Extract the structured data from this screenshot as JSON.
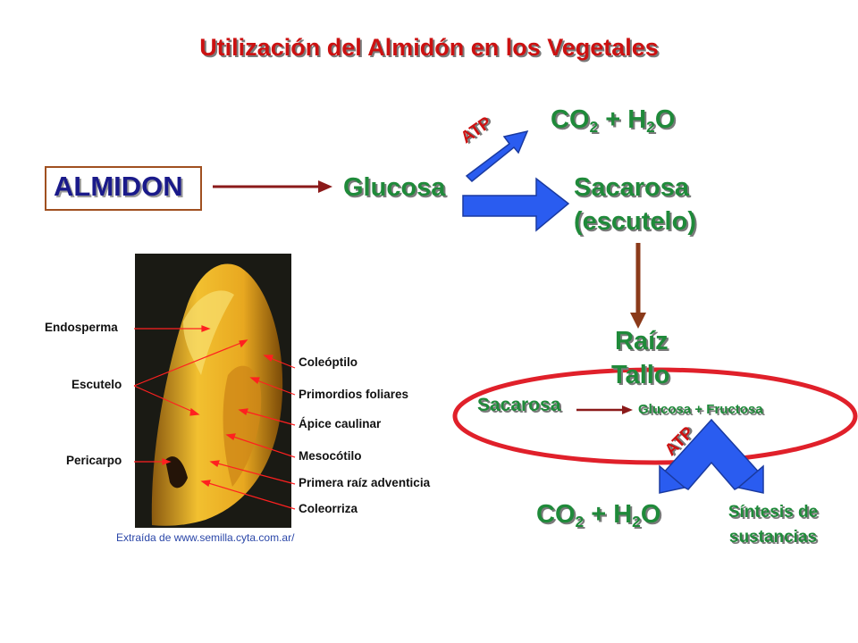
{
  "title": "Utilización del Almidón en los Vegetales",
  "almidon": "ALMIDON",
  "glucosa": "Glucosa",
  "sacarosa_line1": "Sacarosa",
  "sacarosa_line2": "(escutelo)",
  "co2_top": {
    "a": "CO",
    "b": "2",
    "c": " + H",
    "d": "2",
    "e": "O"
  },
  "atp_top": "ATP",
  "raiz": "Raíz",
  "tallo": "Tallo",
  "sacarosa_small": "Sacarosa",
  "glucosa_fructosa": "Glucosa + Fructosa",
  "atp_bottom": "ATP",
  "co2_bottom": {
    "a": "CO",
    "b": "2",
    "c": " + H",
    "d": "2",
    "e": "O"
  },
  "sintesis_line1": "Síntesis de",
  "sintesis_line2": "sustancias",
  "seed_labels": {
    "endosperma": "Endosperma",
    "escutelo": "Escutelo",
    "pericarpo": "Pericarpo",
    "coleoptilo": "Coleóptilo",
    "primordios": "Primordios foliares",
    "apice": "Ápice caulinar",
    "mesocotilo": "Mesocótilo",
    "primera_raiz": "Primera raíz adventicia",
    "coleorriza": "Coleorriza"
  },
  "credit": "Extraída de www.semilla.cyta.com.ar/",
  "colors": {
    "title": "#cc1111",
    "green": "#1f8a3a",
    "blue_arrow": "#2a5cf0",
    "dark_red_arrow": "#8b1a1a",
    "ellipse": "#e0202a"
  }
}
